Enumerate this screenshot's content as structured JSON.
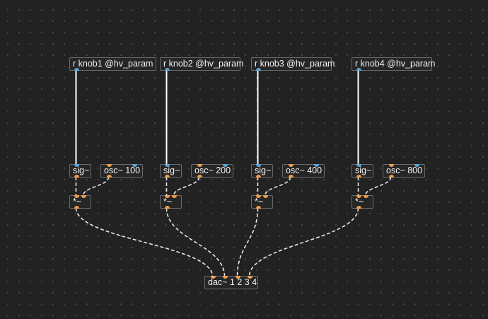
{
  "colors": {
    "background": "#222222",
    "control_wire": "#ffffff",
    "signal_wire": "#e8e8e8",
    "control_port": "#5ca3d6",
    "signal_port": "#f0a04b"
  },
  "objects": {
    "r1": {
      "label": "r knob1 @hv_param"
    },
    "r2": {
      "label": "r knob2 @hv_param"
    },
    "r3": {
      "label": "r knob3 @hv_param"
    },
    "r4": {
      "label": "r knob4 @hv_param"
    },
    "sig1": {
      "label": "sig~"
    },
    "sig2": {
      "label": "sig~"
    },
    "sig3": {
      "label": "sig~"
    },
    "sig4": {
      "label": "sig~"
    },
    "osc1": {
      "label": "osc~ 100"
    },
    "osc2": {
      "label": "osc~ 200"
    },
    "osc3": {
      "label": "osc~ 400"
    },
    "osc4": {
      "label": "osc~ 800"
    },
    "mul1": {
      "label": "*~"
    },
    "mul2": {
      "label": "*~"
    },
    "mul3": {
      "label": "*~"
    },
    "mul4": {
      "label": "*~"
    },
    "dac": {
      "label": "dac~ 1 2 3 4"
    }
  }
}
